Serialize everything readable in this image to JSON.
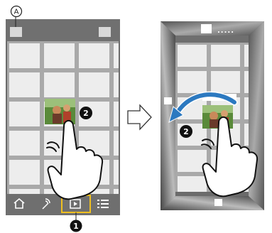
{
  "callouts": {
    "a_label": "A",
    "step1": "1",
    "step2_left": "2",
    "step2_right": "2"
  },
  "right_screen": {
    "dots": "....."
  },
  "left_screen": {
    "bottom_bar": [
      {
        "icon": "home-icon"
      },
      {
        "icon": "remote-icon"
      },
      {
        "icon": "playback-icon",
        "selected": true
      },
      {
        "icon": "menu-list-icon"
      }
    ]
  },
  "colors": {
    "grid_line": "#b5b5b5",
    "tile": "#ececec",
    "frame_dark": "#6f6f6f",
    "accent_blue": "#2c79c0",
    "selection_yellow": "#f0c020"
  }
}
